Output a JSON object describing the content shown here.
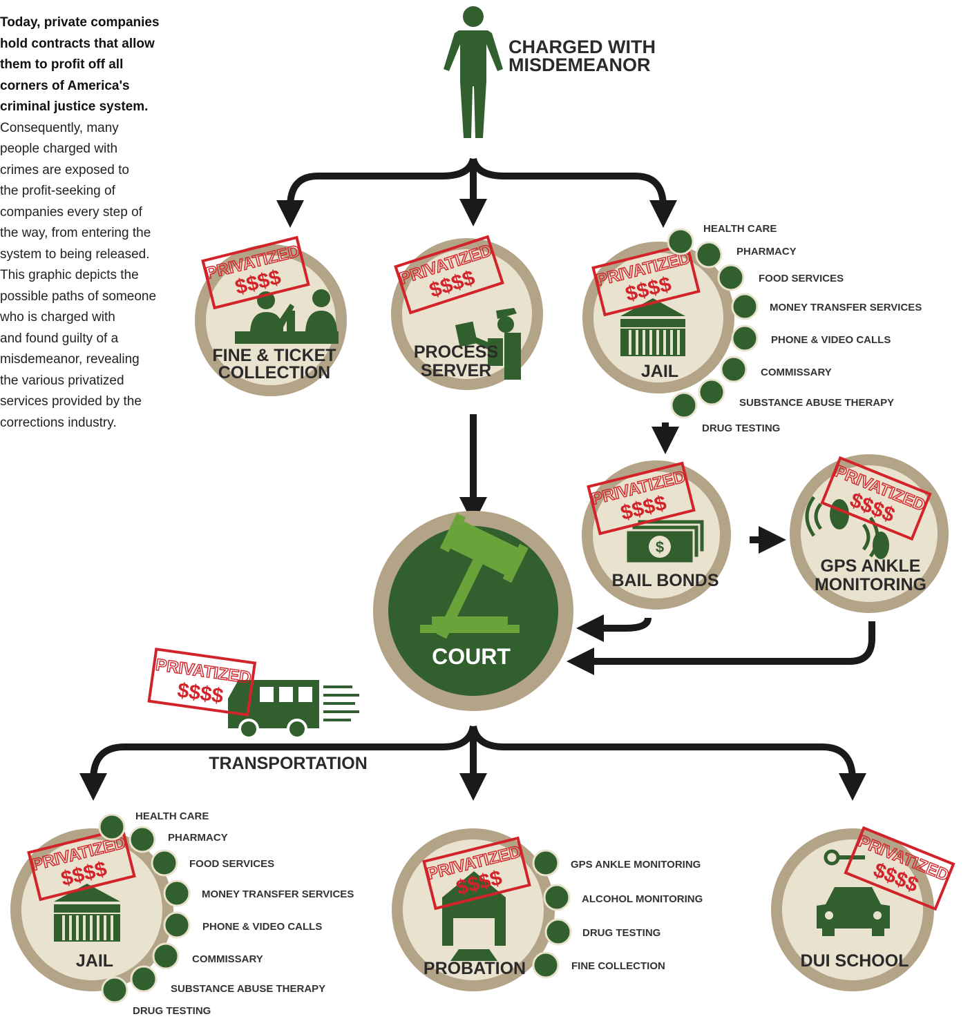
{
  "intro": {
    "lead": [
      "Today, private companies",
      "hold contracts that allow",
      "them to profit off all",
      "corners of America's",
      "criminal justice system."
    ],
    "body": [
      "Consequently, many",
      "people charged with",
      "crimes are exposed to",
      "the profit-seeking of",
      "companies every step of",
      "the way, from entering the",
      "system to being released.",
      "This graphic depicts the",
      "possible paths of someone",
      "who is charged with",
      "and found guilty of a",
      "misdemeanor, revealing",
      "the various privatized",
      "services provided by the",
      "corrections industry."
    ]
  },
  "person": {
    "label_1": "CHARGED WITH",
    "label_2": "MISDEMEANOR"
  },
  "stamp": {
    "text": "PRIVATIZED",
    "dollars": "$$$$"
  },
  "nodes": {
    "fine": {
      "label_1": "FINE & TICKET",
      "label_2": "COLLECTION"
    },
    "process": {
      "label_1": "PROCESS",
      "label_2": "SERVER"
    },
    "jail_top": {
      "label": "JAIL"
    },
    "bail": {
      "label": "BAIL BONDS"
    },
    "gps": {
      "label_1": "GPS ANKLE",
      "label_2": "MONITORING"
    },
    "court": {
      "label": "COURT"
    },
    "transport": {
      "label": "TRANSPORTATION"
    },
    "jail_bottom": {
      "label": "JAIL"
    },
    "probation": {
      "label": "PROBATION"
    },
    "dui": {
      "label": "DUI SCHOOL"
    }
  },
  "jail_services": [
    "HEALTH CARE",
    "PHARMACY",
    "FOOD SERVICES",
    "MONEY TRANSFER SERVICES",
    "PHONE & VIDEO CALLS",
    "COMMISSARY",
    "SUBSTANCE ABUSE THERAPY",
    "DRUG TESTING"
  ],
  "probation_services": [
    "GPS ANKLE MONITORING",
    "ALCOHOL MONITORING",
    "DRUG TESTING",
    "FINE COLLECTION"
  ],
  "colors": {
    "dark_green": "#325f2e",
    "light_green": "#6aa33a",
    "tan_ring": "#b3a387",
    "cream": "#e9e2cf",
    "stamp_red": "#d2232a",
    "arrow": "#1a1a1a"
  }
}
